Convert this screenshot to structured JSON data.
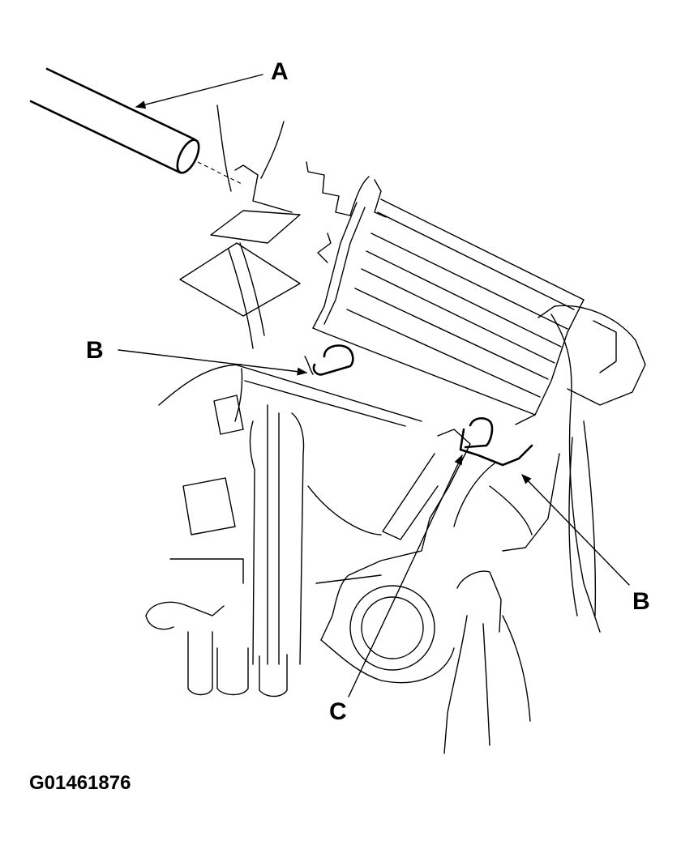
{
  "callouts": {
    "a": "A",
    "b_upper": "B",
    "b_lower": "B",
    "c": "C"
  },
  "figure_id": "G01461876"
}
